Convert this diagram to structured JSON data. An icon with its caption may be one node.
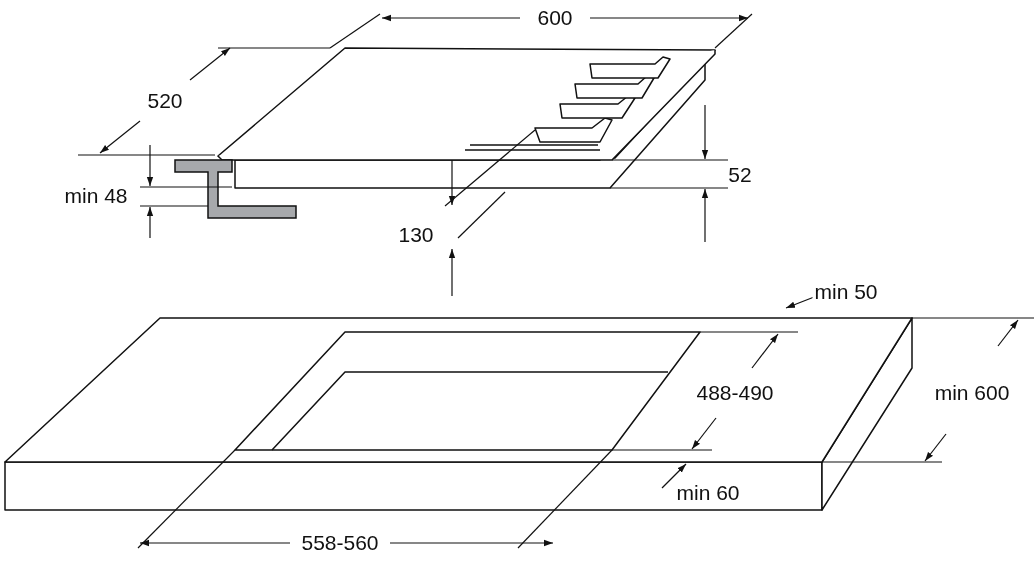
{
  "diagram": {
    "labels": [
      "600",
      "520",
      "min 48",
      "52",
      "130",
      "min 50",
      "488-490",
      "min 600",
      "min 60",
      "558-560"
    ]
  }
}
